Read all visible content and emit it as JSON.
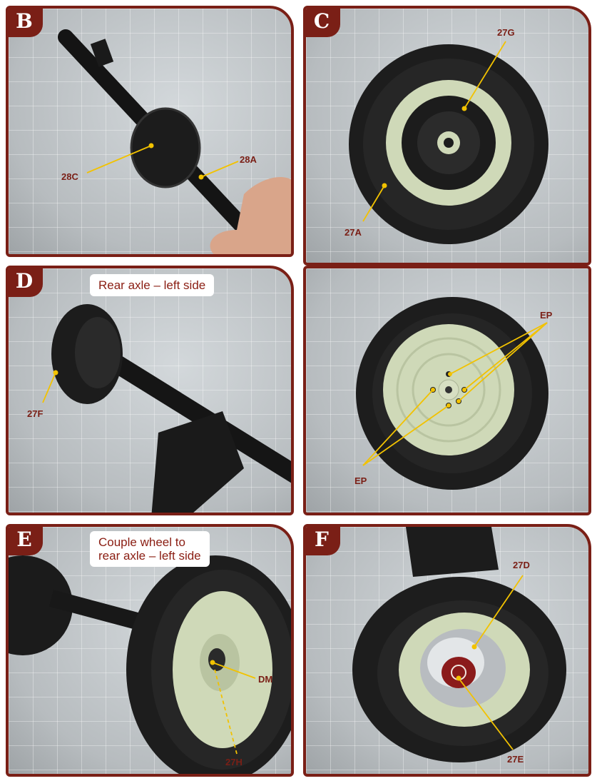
{
  "panels": {
    "B": {
      "letter": "B",
      "labels": {
        "c28c": "28C",
        "c28a": "28A"
      }
    },
    "C": {
      "letter": "C",
      "labels": {
        "c27g": "27G",
        "c27a": "27A"
      }
    },
    "D": {
      "letter": "D",
      "caption": "Rear axle – left side",
      "labels": {
        "c27f": "27F"
      }
    },
    "C2": {
      "labels": {
        "ep_top": "EP",
        "ep_bottom": "EP"
      }
    },
    "E": {
      "letter": "E",
      "caption_line1": "Couple wheel to",
      "caption_line2": "rear axle – left side",
      "labels": {
        "dm": "DM",
        "c27h": "27H"
      }
    },
    "F": {
      "letter": "F",
      "labels": {
        "c27d": "27D",
        "c27e": "27E"
      }
    }
  },
  "colors": {
    "frame": "#7a1f16",
    "label": "#7a1f16",
    "leader": "#f2c200",
    "rim": "#cfd9b8"
  }
}
